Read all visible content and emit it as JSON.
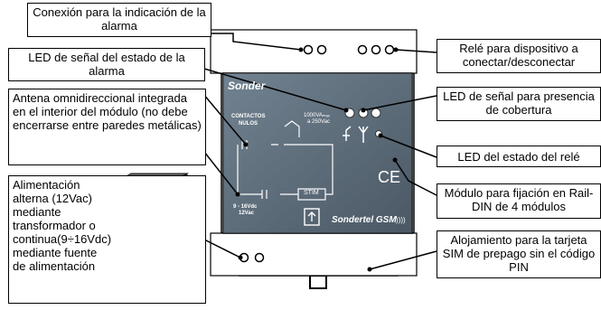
{
  "callouts": {
    "alarm_connection": "Conexión para la indicación de la alarma",
    "alarm_led": "LED de señal del  estado de la alarma",
    "antenna": "Antena omnidireccional integrada en el interior del módulo (no debe encerrarse entre paredes metálicas)",
    "power": "Alimentación alterna (12Vac) mediante transformador o continua(9÷16Vdc) mediante fuente de alimentación",
    "relay": "Relé para dispositivo a conectar/desconectar",
    "coverage_led": "LED de señal para presencia de cobertura",
    "relay_led": "LED del  estado del relé",
    "rail_din": "Módulo para fijación en Rail-DIN de 4 módulos",
    "sim_slot": "Alojamiento para la tarjeta SIM de prepago sin el código PIN"
  },
  "device": {
    "brand": "Sonder",
    "contacts_label_1": "CONTACTOS",
    "contacts_label_2": "NULOS",
    "relay_rating_1": "1000VAₘₐₓ",
    "relay_rating_2": "a 250Vac",
    "sim_label": "STIM",
    "power_rating_1": "9 - 16Vdc",
    "power_rating_2": "12Vac",
    "product_name": "Sondertel  GSM",
    "ce_mark": "CE"
  }
}
